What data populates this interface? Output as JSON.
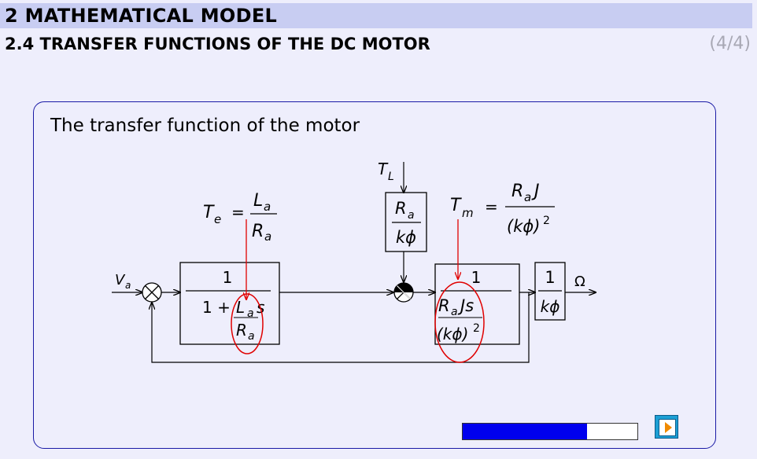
{
  "header": {
    "chapter_title": "2 MATHEMATICAL MODEL",
    "section_title": "2.4 TRANSFER FUNCTIONS OF THE DC MOTOR",
    "page_indicator": "(4/4)"
  },
  "panel": {
    "heading": "The transfer function of the motor"
  },
  "diagram": {
    "input_label": "V",
    "input_sub": "a",
    "output_label": "Ω",
    "load_torque": "T",
    "load_torque_sub": "L",
    "te": {
      "sym": "T",
      "sub": "e",
      "eq": "=",
      "num": "L",
      "num_sub": "a",
      "den": "R",
      "den_sub": "a"
    },
    "tm": {
      "sym": "T",
      "sub": "m",
      "eq": "=",
      "num": "R",
      "num_sub": "a",
      "num_tail": "J",
      "den": "(kϕ)",
      "den_sup": "2"
    },
    "block1": {
      "num": "1",
      "den_prefix": "1 +",
      "frac_num": "L",
      "frac_num_sub": "a",
      "s": "s",
      "frac_den": "R",
      "frac_den_sub": "a"
    },
    "block_load": {
      "num": "R",
      "num_sub": "a",
      "den": "kϕ"
    },
    "block2": {
      "num": "1",
      "frac_num": "R",
      "frac_num_sub": "a",
      "frac_num_tail": "Js",
      "frac_den": "(kϕ)",
      "frac_den_sup": "2"
    },
    "block3": {
      "num": "1",
      "den": "kϕ"
    },
    "colors": {
      "line": "#000000",
      "highlight": "#e00000",
      "junction_fill": "#000000"
    }
  },
  "progress": {
    "fraction": 0.71
  },
  "nav": {
    "next_icon": "play-arrow-icon"
  }
}
